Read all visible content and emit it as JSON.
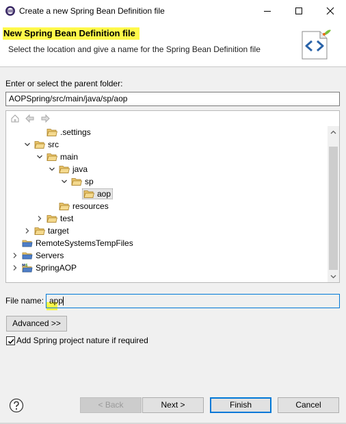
{
  "window": {
    "title": "Create a new Spring Bean Definition file",
    "icon": "eclipse-icon",
    "controls": [
      "minimize-icon",
      "maximize-icon",
      "close-icon"
    ]
  },
  "banner": {
    "title": "New Spring Bean Definition file",
    "description": "Select the location and give a name for the Spring Bean Definition file",
    "image": "xml-file-wizard-icon",
    "title_highlight_color": "#fff94a"
  },
  "parent_folder": {
    "label": "Enter or select the parent folder:",
    "value": "AOPSpring/src/main/java/sp/aop"
  },
  "tree": {
    "toolbar": [
      "home-icon",
      "back-icon",
      "forward-icon"
    ],
    "items": [
      {
        "label": ".settings",
        "icon": "folder-open-icon",
        "twisty": "none",
        "level": 2
      },
      {
        "label": "src",
        "icon": "folder-open-icon",
        "twisty": "expanded",
        "level": 1
      },
      {
        "label": "main",
        "icon": "folder-open-icon",
        "twisty": "expanded",
        "level": 2
      },
      {
        "label": "java",
        "icon": "folder-open-icon",
        "twisty": "expanded",
        "level": 3
      },
      {
        "label": "sp",
        "icon": "folder-open-icon",
        "twisty": "expanded",
        "level": 4
      },
      {
        "label": "aop",
        "icon": "folder-open-icon",
        "twisty": "none",
        "level": 5,
        "selected": true
      },
      {
        "label": "resources",
        "icon": "folder-open-icon",
        "twisty": "none",
        "level": 3
      },
      {
        "label": "test",
        "icon": "folder-open-icon",
        "twisty": "collapsed",
        "level": 2
      },
      {
        "label": "target",
        "icon": "folder-open-icon",
        "twisty": "collapsed",
        "level": 1
      },
      {
        "label": "RemoteSystemsTempFiles",
        "icon": "project-folder-icon",
        "twisty": "none",
        "level": 0
      },
      {
        "label": "Servers",
        "icon": "project-folder-icon",
        "twisty": "collapsed",
        "level": 0
      },
      {
        "label": "SpringAOP",
        "icon": "maven-spring-project-icon",
        "twisty": "collapsed",
        "level": 0
      }
    ]
  },
  "file_name": {
    "label": "File name:",
    "value": "app"
  },
  "advanced_button": "Advanced >>",
  "spring_nature": {
    "label": "Add Spring project nature if required",
    "checked": true
  },
  "buttons": {
    "help": "help-icon",
    "back": "< Back",
    "next": "Next >",
    "finish": "Finish",
    "cancel": "Cancel"
  }
}
